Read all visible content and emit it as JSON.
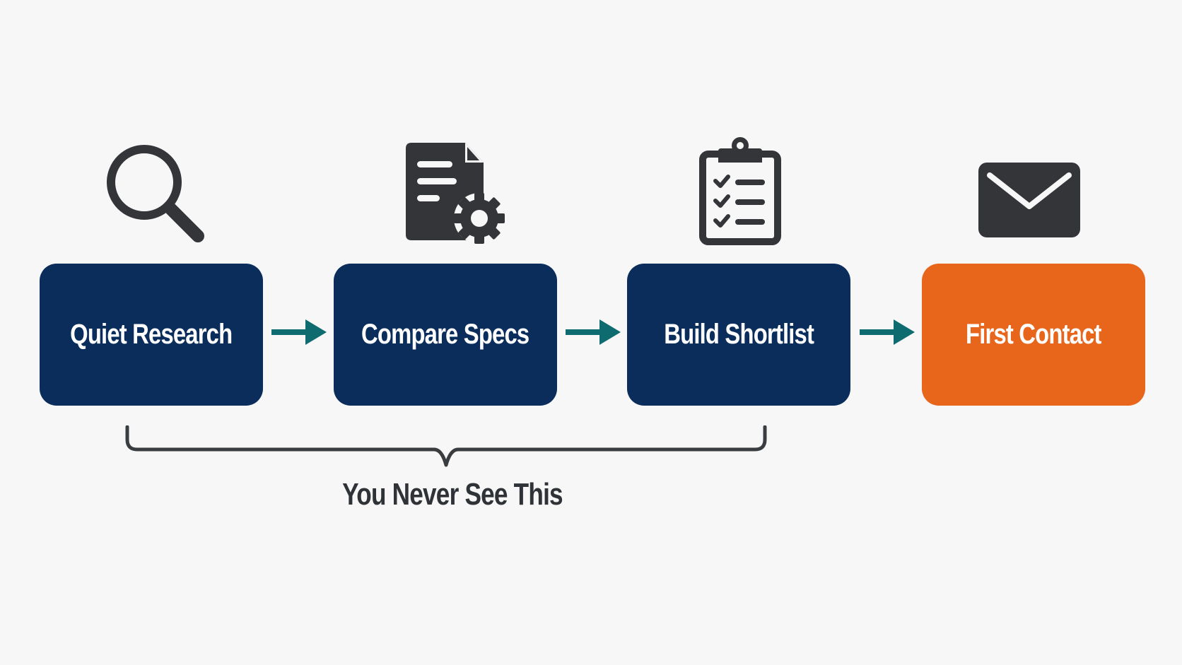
{
  "steps": [
    {
      "label": "Quiet Research",
      "icon": "magnifying-glass-icon"
    },
    {
      "label": "Compare Specs",
      "icon": "document-gear-icon"
    },
    {
      "label": "Build Shortlist",
      "icon": "clipboard-checklist-icon"
    },
    {
      "label": "First Contact",
      "icon": "envelope-icon"
    }
  ],
  "bracket": {
    "label": "You Never See This"
  },
  "colors": {
    "background": "#f7f7f7",
    "step_fill": "#0a2d5c",
    "final_step_fill": "#e8651c",
    "arrow": "#0e6b6f",
    "icon": "#333538",
    "bracket": "#3a3d40"
  }
}
